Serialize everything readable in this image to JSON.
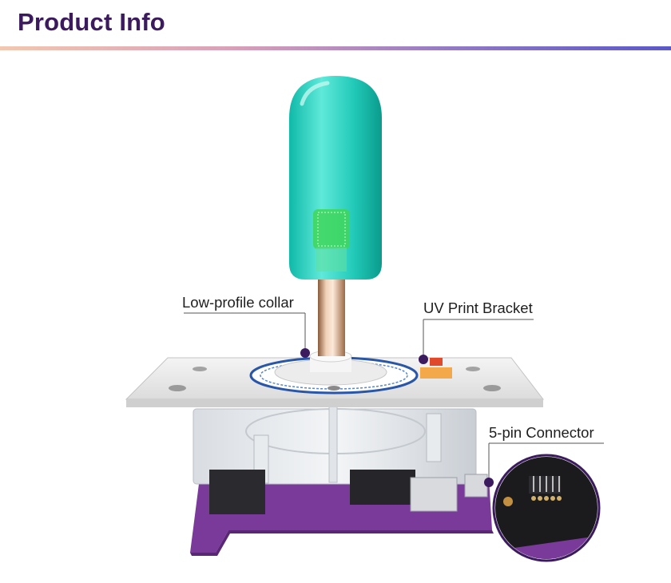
{
  "header": {
    "title": "Product Info",
    "rule_gradient": [
      "#f3c7b0",
      "#5a58c8"
    ]
  },
  "colors": {
    "title": "#3b1a5e",
    "callout_dot": "#3b1a5e",
    "handle": "#2fd6c4",
    "pcb": "#7a3a9a"
  },
  "callouts": {
    "collar": "Low-profile collar",
    "bracket": "UV Print Bracket",
    "connector": "5-pin Connector"
  },
  "product": {
    "name": "arcade-joystick",
    "parts": [
      "bat-top-handle",
      "chrome-shaft",
      "low-profile-collar",
      "uv-print-bracket",
      "clear-housing",
      "pcb-board",
      "5-pin-connector"
    ]
  }
}
